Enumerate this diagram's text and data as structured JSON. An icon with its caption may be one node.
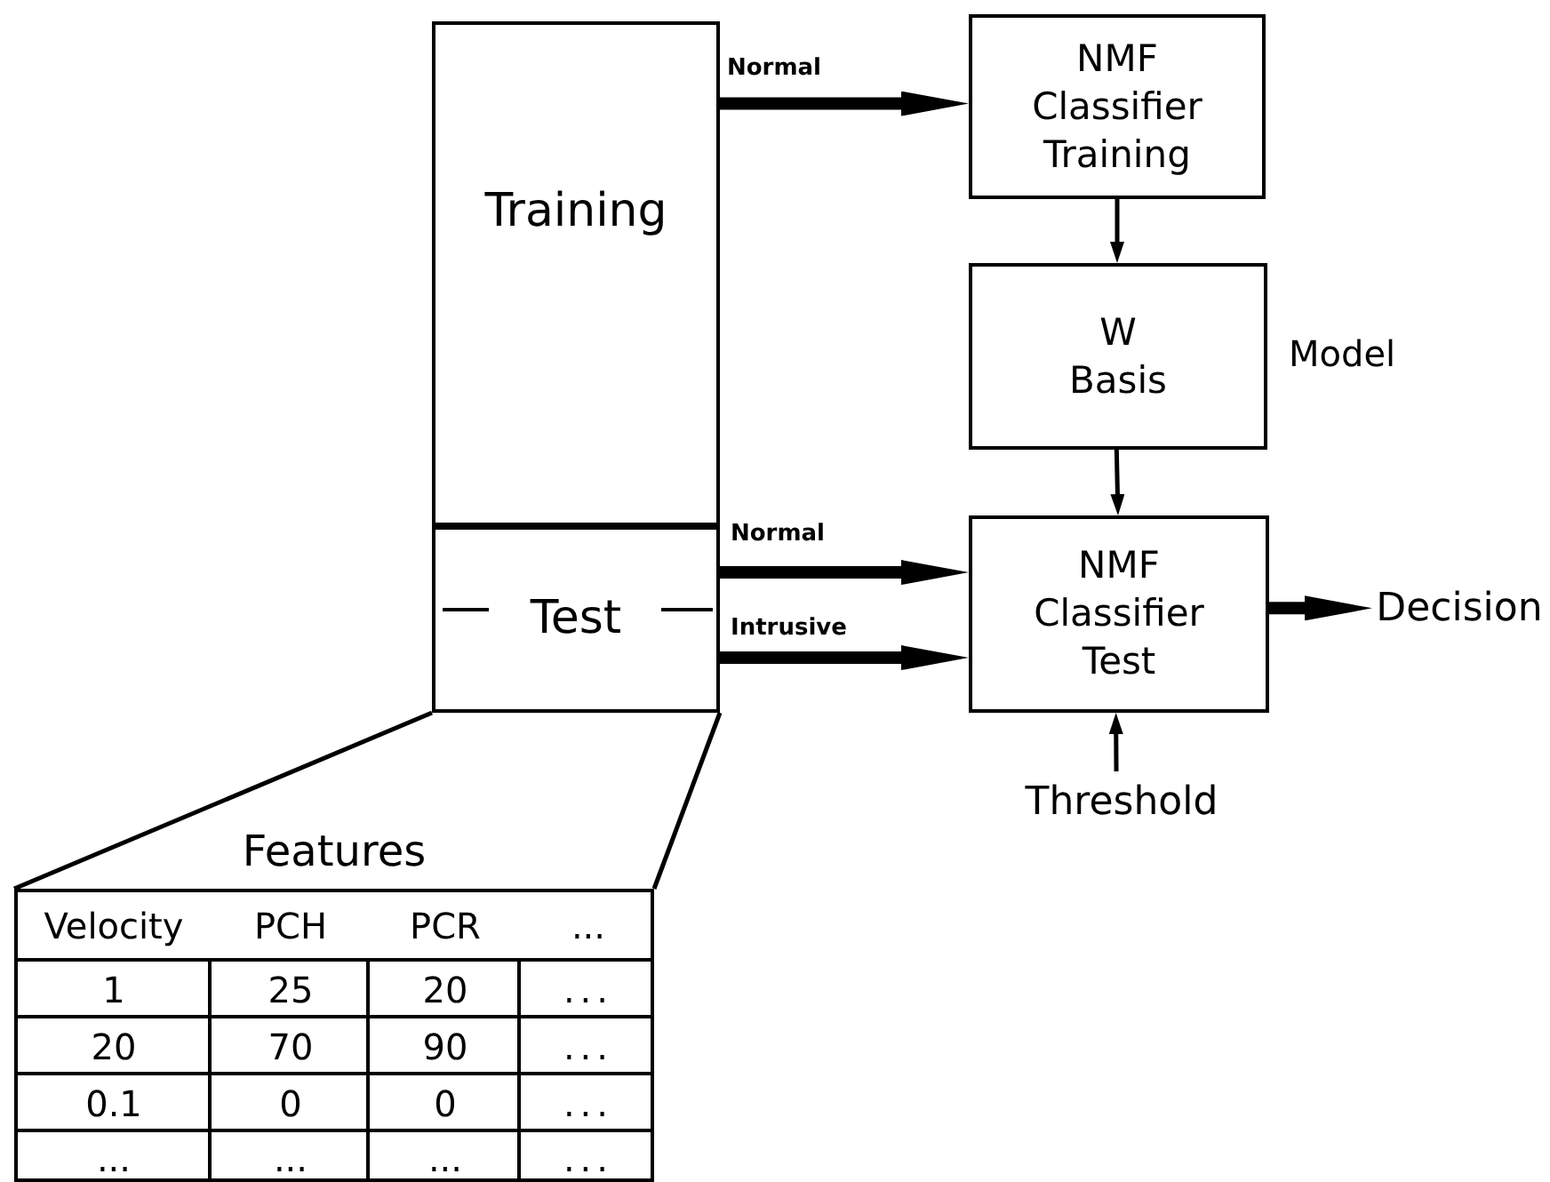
{
  "diagram": {
    "nodes": [
      {
        "text": [
          "Training"
        ]
      },
      {
        "text": [
          "Test"
        ]
      },
      {
        "text": [
          "NMF Classifier Training"
        ]
      },
      {
        "text": [
          "W Basis"
        ],
        "beside": [
          "Model"
        ]
      },
      {
        "text": [
          "NMF Classifier Test"
        ]
      },
      {
        "text": [
          "Decision"
        ]
      },
      {
        "text": [
          "Threshold"
        ]
      },
      {
        "text": [
          "Features"
        ]
      }
    ],
    "edges": [
      {
        "from": 0,
        "to": 2,
        "arrow": "to",
        "label": "Normal",
        "style": "thick"
      },
      {
        "from": 2,
        "to": 3,
        "arrow": "to"
      },
      {
        "from": 3,
        "to": 4,
        "arrow": "to"
      },
      {
        "from": 1,
        "to": 4,
        "arrow": "to",
        "label": "Normal",
        "style": "thick"
      },
      {
        "from": 1,
        "to": 4,
        "arrow": "to",
        "label": "Intrusive",
        "style": "thick"
      },
      {
        "from": 4,
        "to": 5,
        "arrow": "to",
        "style": "thick"
      },
      {
        "from": 6,
        "to": 4,
        "arrow": "to"
      },
      {
        "from": 1,
        "to": 7,
        "arrow": "none"
      },
      {
        "from": 1,
        "to": 7,
        "arrow": "none"
      }
    ],
    "labels": [
      "Velocity",
      "PCH",
      "PCR",
      "...",
      "1",
      "25",
      "20",
      "...",
      "20",
      "70",
      "90",
      "...",
      "0.1",
      "0",
      "0",
      "...",
      "...",
      "...",
      "...",
      "..."
    ]
  }
}
